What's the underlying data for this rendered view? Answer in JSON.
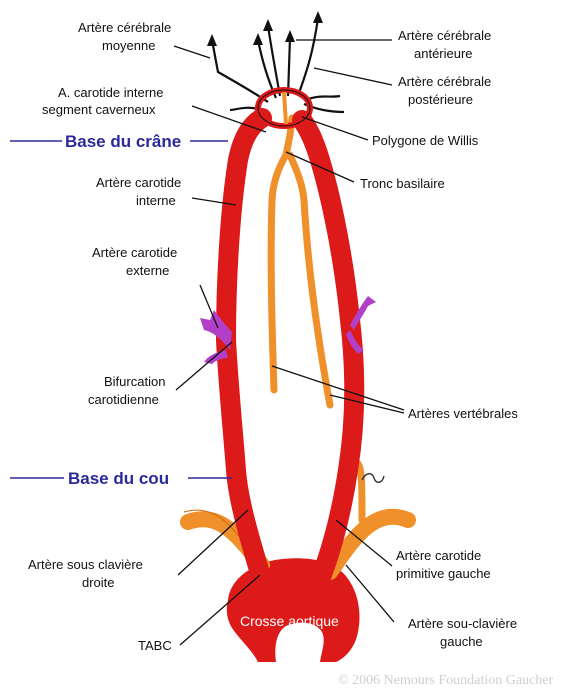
{
  "labels": {
    "acm": [
      "Artère cérébrale",
      "moyenne"
    ],
    "aca": [
      "Artère cérébrale",
      "antérieure"
    ],
    "acp": [
      "Artère cérébrale",
      "postérieure"
    ],
    "carotide_cav": [
      "A. carotide interne",
      "segment caverneux"
    ],
    "willis": "Polygone de Willis",
    "tronc_basilaire": "Tronc basilaire",
    "carotide_interne": [
      "Artère carotide",
      "interne"
    ],
    "carotide_externe": [
      "Artère carotide",
      "externe"
    ],
    "bifurcation": [
      "Bifurcation",
      "carotidienne"
    ],
    "vertebrales": "Artères vertébrales",
    "sous_claviere_droite": [
      "Artère sous clavière",
      "droite"
    ],
    "carotide_primitive_gauche": [
      "Artère carotide",
      "primitive gauche"
    ],
    "sous_claviere_gauche": [
      "Artère sou-clavière",
      "gauche"
    ],
    "tabc": "TABC",
    "crosse": "Crosse aortique"
  },
  "levels": {
    "base_crane": "Base du crâne",
    "base_cou": "Base du cou"
  },
  "watermark": "© 2006 Nemours Foundation Gaucher",
  "colors": {
    "carotid": "#dd1a1a",
    "vertebral": "#f0902a",
    "external_branch": "#b13fc7",
    "level_text": "#2a2a9a"
  }
}
